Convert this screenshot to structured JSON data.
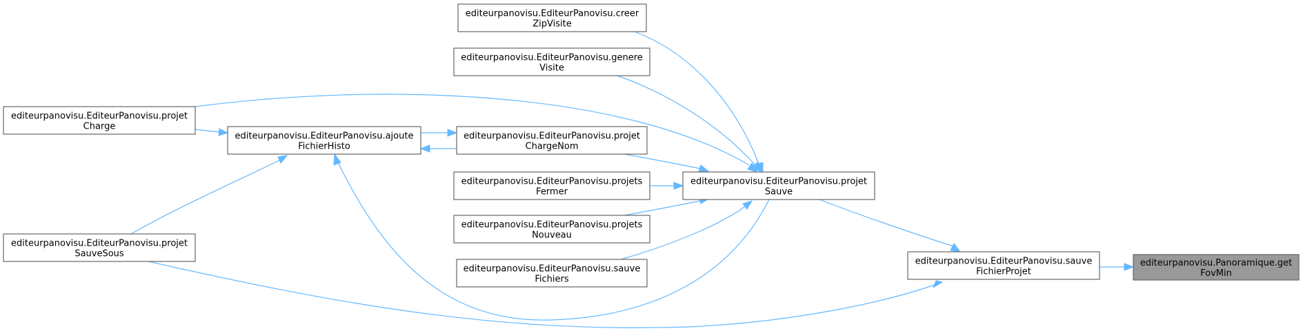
{
  "diagram": {
    "nodes": [
      {
        "id": "creer",
        "lines": [
          "editeurpanovisu.EditeurPanovisu.creer",
          "ZipVisite"
        ]
      },
      {
        "id": "genere",
        "lines": [
          "editeurpanovisu.EditeurPanovisu.genere",
          "Visite"
        ]
      },
      {
        "id": "charge",
        "lines": [
          "editeurpanovisu.EditeurPanovisu.projet",
          "Charge"
        ]
      },
      {
        "id": "ajoute",
        "lines": [
          "editeurpanovisu.EditeurPanovisu.ajoute",
          "FichierHisto"
        ]
      },
      {
        "id": "chargenom",
        "lines": [
          "editeurpanovisu.EditeurPanovisu.projet",
          "ChargeNom"
        ]
      },
      {
        "id": "fermer",
        "lines": [
          "editeurpanovisu.EditeurPanovisu.projets",
          "Fermer"
        ]
      },
      {
        "id": "sauve",
        "lines": [
          "editeurpanovisu.EditeurPanovisu.projet",
          "Sauve"
        ]
      },
      {
        "id": "nouveau",
        "lines": [
          "editeurpanovisu.EditeurPanovisu.projets",
          "Nouveau"
        ]
      },
      {
        "id": "sauvesous",
        "lines": [
          "editeurpanovisu.EditeurPanovisu.projet",
          "SauveSous"
        ]
      },
      {
        "id": "sauvefichiers",
        "lines": [
          "editeurpanovisu.EditeurPanovisu.sauve",
          "Fichiers"
        ]
      },
      {
        "id": "sauvefichierprojet",
        "lines": [
          "editeurpanovisu.EditeurPanovisu.sauve",
          "FichierProjet"
        ]
      },
      {
        "id": "getfovmin",
        "lines": [
          "editeurpanovisu.Panoramique.get",
          "FovMin"
        ],
        "current": true
      }
    ],
    "edges": [
      {
        "from": "sauvefichierprojet",
        "to": "getfovmin"
      },
      {
        "from": "sauve",
        "to": "sauvefichierprojet"
      },
      {
        "from": "sauvesous",
        "to": "sauvefichierprojet"
      },
      {
        "from": "creer",
        "to": "sauve"
      },
      {
        "from": "genere",
        "to": "sauve"
      },
      {
        "from": "charge",
        "to": "sauve"
      },
      {
        "from": "chargenom",
        "to": "sauve"
      },
      {
        "from": "fermer",
        "to": "sauve"
      },
      {
        "from": "nouveau",
        "to": "sauve"
      },
      {
        "from": "sauvefichiers",
        "to": "sauve"
      },
      {
        "from": "sauve",
        "to": "ajoute"
      },
      {
        "from": "charge",
        "to": "ajoute"
      },
      {
        "from": "chargenom",
        "to": "ajoute"
      },
      {
        "from": "ajoute",
        "to": "chargenom"
      },
      {
        "from": "sauvesous",
        "to": "ajoute"
      }
    ]
  },
  "colors": {
    "edge": "#63b8ff",
    "node_border": "#666666",
    "current_node_fill": "#999999"
  }
}
